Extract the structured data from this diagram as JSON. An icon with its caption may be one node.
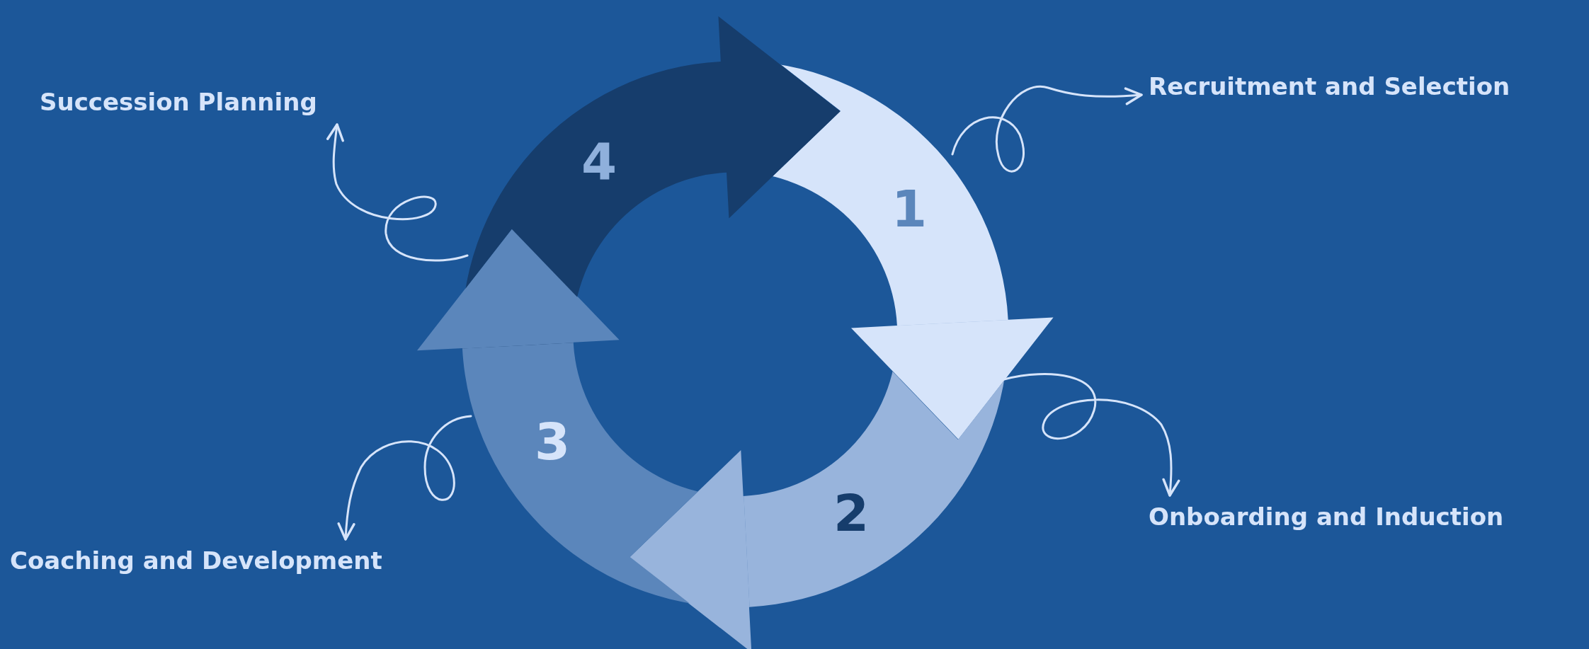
{
  "diagram": {
    "nodes": [
      {
        "text": [
          "1"
        ]
      },
      {
        "text": [
          "2"
        ]
      },
      {
        "text": [
          "3"
        ]
      },
      {
        "text": [
          "4"
        ]
      },
      {
        "text": [
          "Recruitment and Selection"
        ]
      },
      {
        "text": [
          "Onboarding and Induction"
        ]
      },
      {
        "text": [
          "Coaching and Development"
        ]
      },
      {
        "text": [
          "Succession Planning"
        ]
      }
    ],
    "edges": [
      {
        "from": 0,
        "to": 4,
        "arrow": "to"
      },
      {
        "from": 1,
        "to": 5,
        "arrow": "to"
      },
      {
        "from": 2,
        "to": 6,
        "arrow": "to"
      },
      {
        "from": 3,
        "to": 7,
        "arrow": "to"
      }
    ]
  }
}
